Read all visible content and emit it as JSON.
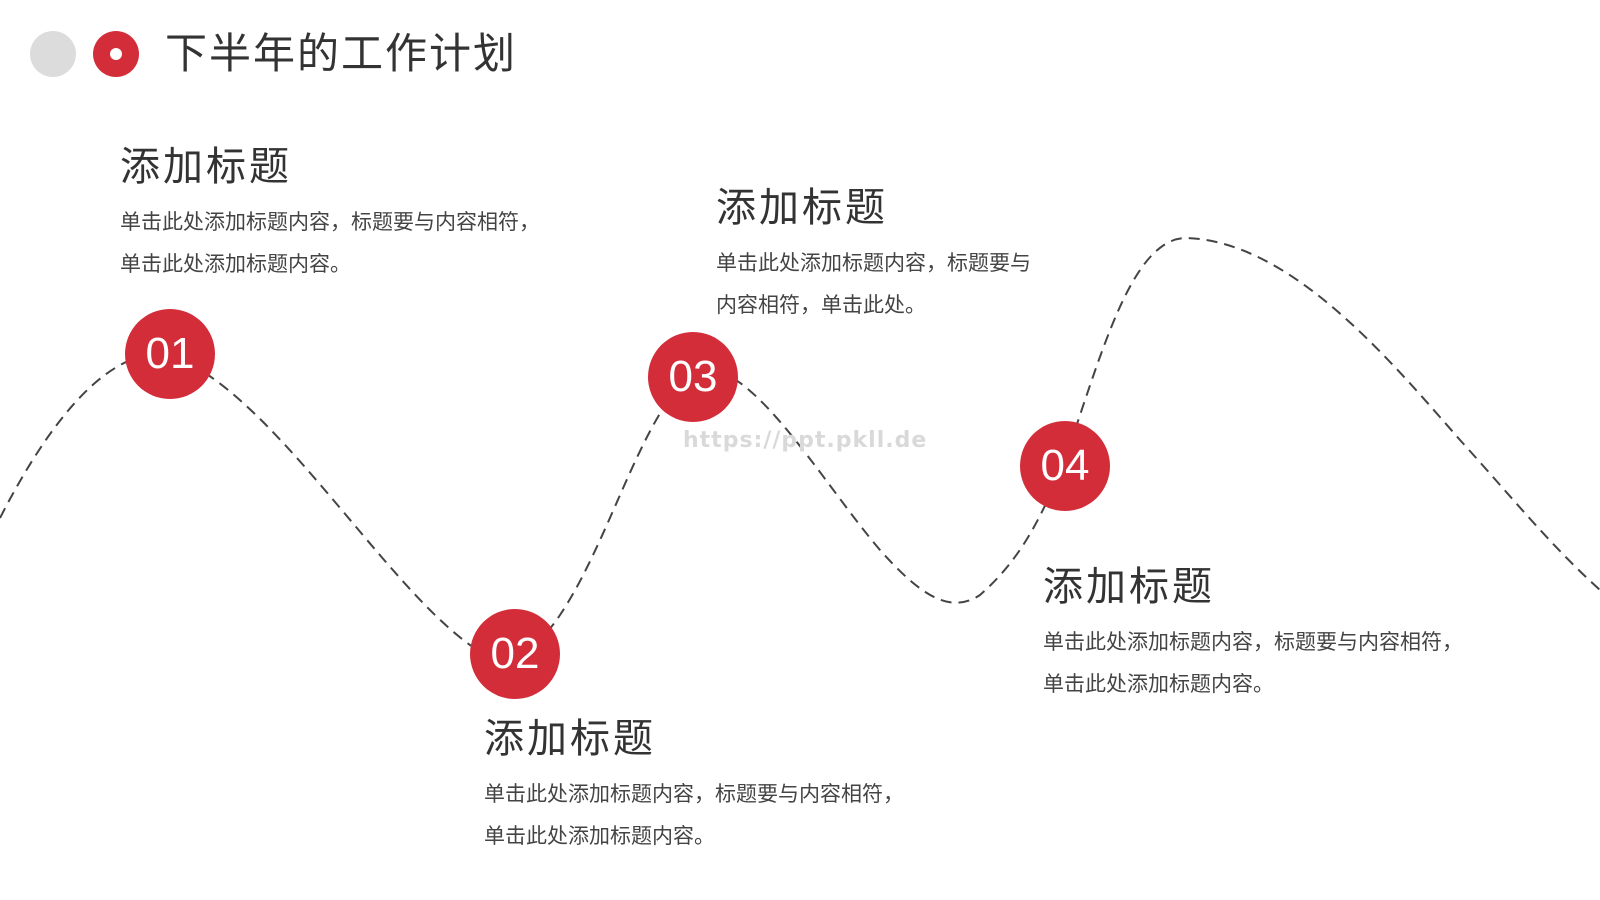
{
  "header": {
    "title": "下半年的工作计划"
  },
  "colors": {
    "accent": "#d42d3a",
    "grey_dot": "#dcdcdc",
    "line": "#444444"
  },
  "milestones": [
    {
      "number": "01",
      "title": "添加标题",
      "body": "单击此处添加标题内容，标题要与内容相符，单击此处添加标题内容。"
    },
    {
      "number": "02",
      "title": "添加标题",
      "body": "单击此处添加标题内容，标题要与内容相符，单击此处添加标题内容。"
    },
    {
      "number": "03",
      "title": "添加标题",
      "body": "单击此处添加标题内容，标题要与内容相符，单击此处。"
    },
    {
      "number": "04",
      "title": "添加标题",
      "body": "单击此处添加标题内容，标题要与内容相符，单击此处添加标题内容。"
    }
  ],
  "watermark": "https://ppt.pkll.de"
}
